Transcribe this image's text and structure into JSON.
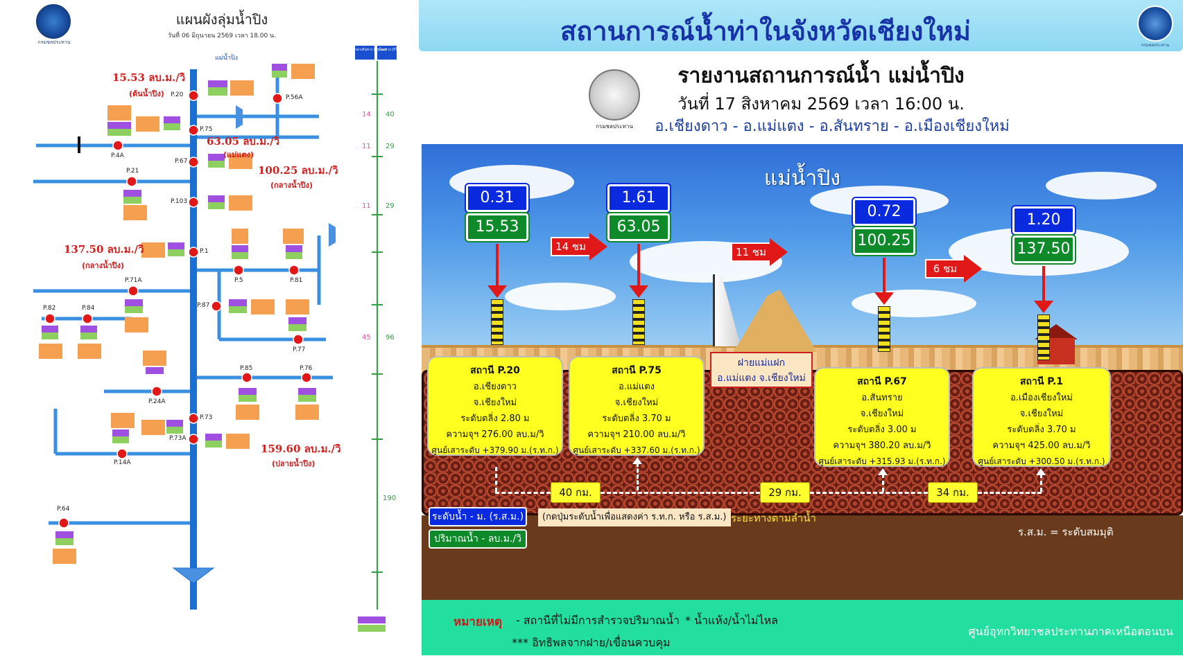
{
  "left_panel": {
    "title": "แผนผังลุ่มน้ำปิง",
    "date": "วันที่ 06 มิถุนายน 2569 เวลา 18.00 น.",
    "logo_caption": "กรมชลประทาน",
    "river_source_label": "แม่น้ำปิง",
    "flow_labels": [
      {
        "value": "15.53 ลบ.ม./วิ",
        "sub": "(ต้นน้ำปิง)"
      },
      {
        "value": "63.05 ลบ.ม./วิ",
        "sub": "(แม่แตง)"
      },
      {
        "value": "100.25 ลบ.ม./วิ",
        "sub": "(กลางน้ำปิง)"
      },
      {
        "value": "137.50 ลบ.ม./วิ",
        "sub": "(กลางน้ำปิง)"
      },
      {
        "value": "159.60 ลบ.ม./วิ",
        "sub": "(ปลายน้ำปิง)"
      }
    ],
    "stations": [
      "P.20",
      "P.56A",
      "P.75",
      "P.4A",
      "P.67",
      "P.21",
      "P.103",
      "P.1",
      "P.5",
      "P.81",
      "P.71A",
      "P.82",
      "P.84",
      "P.87",
      "P.77",
      "P.85",
      "P.76",
      "P.24A",
      "P.73",
      "P.73A",
      "P.14A",
      "P.64"
    ],
    "distance_pink": [
      "14",
      "11",
      "11",
      "45"
    ],
    "distance_green": [
      "40",
      "29",
      "29",
      "96",
      "190"
    ],
    "legend_head": [
      "เวลาเดินทาง (ชั่วโมง)",
      "ระยะทาง (กิโลเมตร)"
    ]
  },
  "header": {
    "banner_title": "สถานการณ์น้ำท่าในจังหวัดเชียงใหม่",
    "logo_caption": "กรมชลประทาน",
    "report_title": "รายงานสถานการณ์น้ำ แม่น้ำปิง",
    "report_date": "วันที่ 17 สิงหาคม 2569 เวลา 16:00 น.",
    "districts": "อ.เชียงดาว - อ.แม่แตง - อ.สันทราย - อ.เมืองเชียงใหม่",
    "seal_caption": "กรมชลประทาน"
  },
  "scene": {
    "river_name": "แม่น้ำปิง",
    "stations": [
      {
        "level": "0.31",
        "flow": "15.53",
        "name": "สถานี P.20",
        "district": "อ.เชียงดาว",
        "province": "จ.เชียงใหม่",
        "bank": "ระดับตลิ่ง 2.80 ม",
        "capacity": "ความจุฯ 276.00 ลบ.ม/วิ",
        "datum": "ศูนย์เสาระดับ +379.90 ม.(ร.ท.ก.)"
      },
      {
        "level": "1.61",
        "flow": "63.05",
        "name": "สถานี P.75",
        "district": "อ.แม่แตง",
        "province": "จ.เชียงใหม่",
        "bank": "ระดับตลิ่ง 3.70 ม",
        "capacity": "ความจุฯ 210.00 ลบ.ม/วิ",
        "datum": "ศูนย์เสาระดับ +337.60 ม.(ร.ท.ก.)"
      },
      {
        "level": "0.72",
        "flow": "100.25",
        "name": "สถานี P.67",
        "district": "อ.สันทราย",
        "province": "จ.เชียงใหม่",
        "bank": "ระดับตลิ่ง 3.00 ม",
        "capacity": "ความจุฯ 380.20 ลบ.ม/วิ",
        "datum": "ศูนย์เสาระดับ +315.93 ม.(ร.ท.ก.)"
      },
      {
        "level": "1.20",
        "flow": "137.50",
        "name": "สถานี P.1",
        "district": "อ.เมืองเชียงใหม่",
        "province": "จ.เชียงใหม่",
        "bank": "ระดับตลิ่ง 3.70 ม",
        "capacity": "ความจุฯ 425.00 ลบ.ม/วิ",
        "datum": "ศูนย์เสาระดับ +300.50 ม.(ร.ท.ก.)"
      }
    ],
    "travel_times": [
      "14 ชม",
      "11 ชม",
      "6 ชม"
    ],
    "dam_line1": "ฝายแม่แฝก",
    "dam_line2": "อ.แม่แตง จ.เชียงใหม่",
    "distances": [
      "40 กม.",
      "29 กม.",
      "34 กม."
    ],
    "legend_level": "ระดับน้ำ - ม. (ร.ส.ม.)",
    "legend_flow": "ปริมาณน้ำ - ลบ.ม./วิ",
    "legend_note": "(กดปุ่มระดับน้ำเพื่อแสดงค่า ร.ท.ก. หรือ ร.ส.ม.)",
    "legend_distance": "ระยะทางตามลำน้ำ",
    "rsm_note": "ร.ส.ม. = ระดับสมมุติ"
  },
  "footer": {
    "remark_label": "หมายเหตุ",
    "note1": "- สถานีที่ไม่มีการสำรวจปริมาณน้ำ",
    "note2": "* น้ำแห้ง/น้ำไม่ไหล",
    "note3": "*** อิทธิพลจากฝาย/เขื่อนควบคุม",
    "center": "ศูนย์อุทกวิทยาชลประทานภาคเหนือตอนบน"
  },
  "colors": {
    "banner": "#8ed8f2",
    "title_blue": "#1733a8",
    "level_box": "#0a2ae0",
    "flow_box": "#0e8a2a",
    "card_yellow": "#ffff20",
    "arrow_red": "#e01818",
    "footer_green": "#22dfa0"
  }
}
